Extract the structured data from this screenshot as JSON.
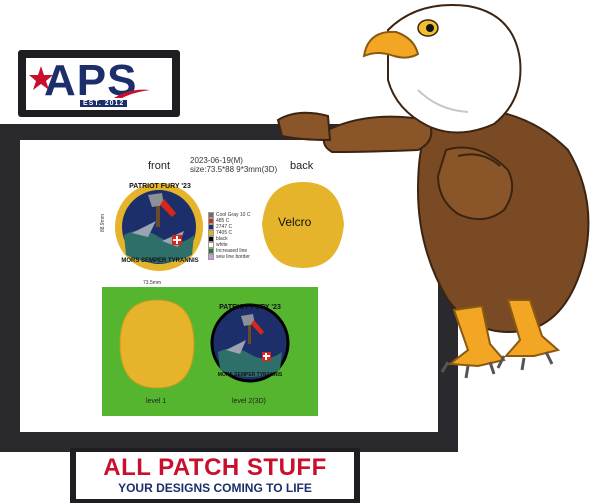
{
  "logo": {
    "text": "APS",
    "est": "EST. 2012"
  },
  "brand": {
    "name": "ALL PATCH STUFF",
    "tagline": "YOUR DESIGNS COMING TO LIFE"
  },
  "mockup": {
    "front_label": "front",
    "back_label": "back",
    "date": "2023-06-19(M)",
    "size": "size:73.5*88 9*3mm(3D)",
    "dim_width": "73.5mm",
    "dim_height": "88.9mm",
    "velcro": "Velcro",
    "level1": "level 1",
    "level2": "level 2(3D)",
    "patch_top_text": "PATRIOT FURY '23",
    "patch_bottom_text": "MORS SEMPER TYRANNIS"
  },
  "legend": [
    {
      "label": "Cool Gray 10 C",
      "color": "#6b6e72"
    },
    {
      "label": "485 C",
      "color": "#d62718"
    },
    {
      "label": "2747 C",
      "color": "#1c2f6b"
    },
    {
      "label": "7405 C",
      "color": "#e9b400"
    },
    {
      "label": "black",
      "color": "#000000"
    },
    {
      "label": "white",
      "color": "#ffffff"
    },
    {
      "label": "Increased line",
      "color": "#2f7a3a"
    },
    {
      "label": "sew line border",
      "color": "#c59de0"
    }
  ],
  "colors": {
    "gold": "#e6b42a",
    "navy": "#1c2f6b",
    "green_bg": "#55b52e",
    "board": "#2a2a2e",
    "red": "#c8102e"
  }
}
